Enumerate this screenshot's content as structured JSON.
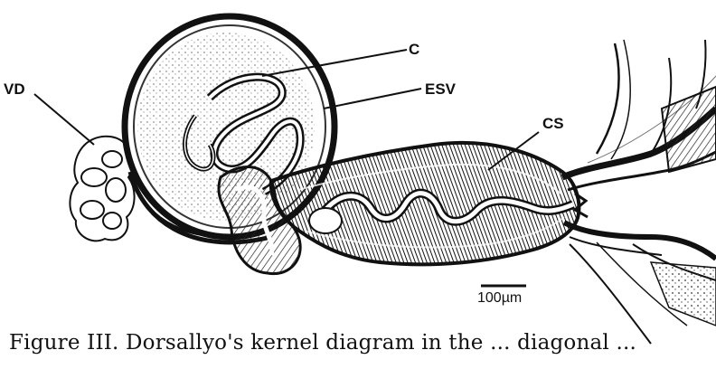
{
  "labels": {
    "vd": "VD",
    "c": "C",
    "esv": "ESV",
    "cs": "CS"
  },
  "scale_bar": "100µm",
  "caption": "Figure III. Dorsallyo's kernel diagram in the ... diagonal ..."
}
